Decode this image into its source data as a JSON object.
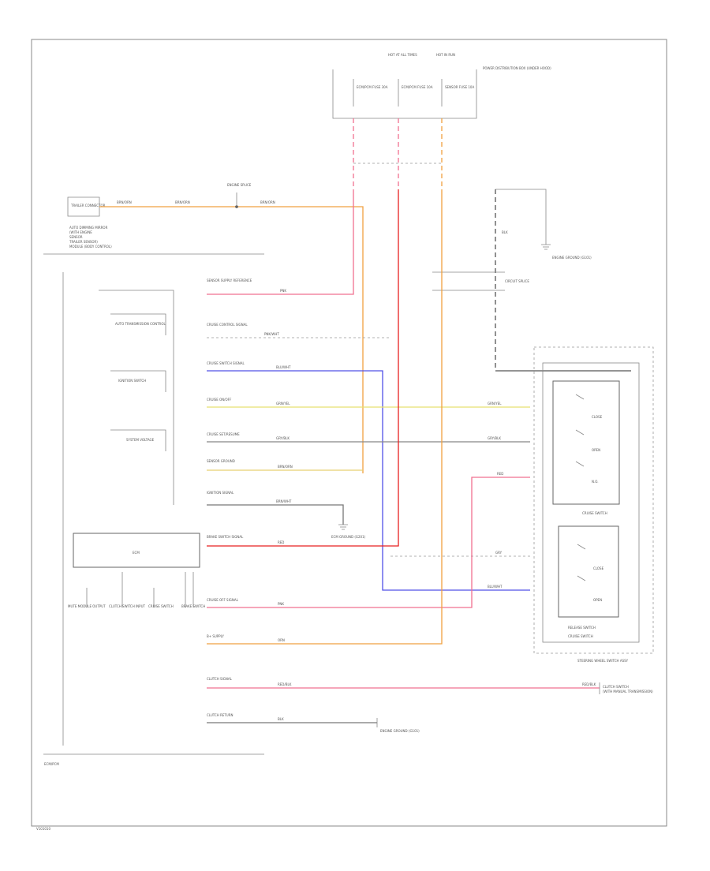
{
  "diagram": {
    "fuse_panel": {
      "header_left": "HOT AT ALL TIMES",
      "header_right": "HOT IN RUN",
      "side_label": "POWER DISTRIBUTION BOX (UNDER HOOD)",
      "fuses": [
        "ECM/PCM FUSE 30A",
        "ECM/PCM FUSE 10A",
        "SENSOR FUSE 10A"
      ]
    },
    "left_connector": {
      "label": "TRAILER CONNECTOR",
      "note_lines": [
        "AUTO DIMMING MIRROR",
        "(WITH ENGINE",
        "SENSOR",
        "TRAILER SENSOR)",
        "MODULE (BODY CONTROL)"
      ],
      "splice_label": "ENGINE SPLICE"
    },
    "ground_right": "ENGINE GROUND (G101)",
    "junction_label": "CIRCUIT SPLICE",
    "ecm": {
      "sub_blocks": [
        "AUTO TRANSMISSION CONTROL",
        "IGNITION SWITCH",
        "SYSTEM VOLTAGE"
      ],
      "main_block": "ECM",
      "bottom_outputs": [
        "MUTE MODULE OUTPUT",
        "CLUTCH SWITCH INPUT",
        "CRUISE SWITCH",
        "BRAKE SWITCH"
      ],
      "footer_label": "ECM/PCM"
    },
    "pins": [
      {
        "name": "SENSOR SUPPLY REFERENCE",
        "wire": "PNK"
      },
      {
        "name": "CRUISE CONTROL SIGNAL",
        "wire": "PNK/WHT"
      },
      {
        "name": "CRUISE SWITCH SIGNAL",
        "wire": "BLU/WHT"
      },
      {
        "name": "CRUISE ON/OFF",
        "wire": "GRN/YEL"
      },
      {
        "name": "CRUISE SET/RESUME",
        "wire": "GRY/BLK"
      },
      {
        "name": "SENSOR GROUND",
        "wire": "BRN/ORN"
      },
      {
        "name": "IGNITION SIGNAL",
        "wire": "BRN/WHT"
      },
      {
        "name": "BRAKE SWITCH SIGNAL",
        "wire": "RED"
      },
      {
        "name": "CRUISE OFF SIGNAL",
        "wire": "PNK"
      },
      {
        "name": "B+ SUPPLY",
        "wire": "ORN"
      },
      {
        "name": "CLUTCH SIGNAL",
        "wire": "RED/BLK"
      },
      {
        "name": "CLUTCH RETURN",
        "wire": "BLK"
      }
    ],
    "mid_ground": "ECM GROUND (G201)",
    "bottom_ground": "ENGINE GROUND (G101)",
    "switch_assembly": {
      "upper_group": "CRUISE SWITCH",
      "upper_contacts": [
        "CLOSE",
        "OPEN",
        "N.O."
      ],
      "lower_group": "RELEASE SWITCH",
      "lower_contacts": [
        "CLOSE",
        "OPEN"
      ],
      "assembly_label": "CRUISE SWITCH",
      "footer": "STEERING WHEEL SWITCH ASSY"
    },
    "clutch_switch": {
      "label": "CLUTCH SWITCH",
      "sub": "(WITH MANUAL TRANSMISSION)"
    },
    "wire_labels": {
      "trailer_1": "BRN/ORN",
      "trailer_2": "BRN/ORN",
      "trailer_3": "BRN/ORN",
      "red_to_switch": "RED",
      "gray_short": "GRY",
      "blue_to_switch": "BLU/WHT",
      "grn_to_switch": "GRN/YEL",
      "gry_to_switch": "GRY/BLK",
      "clutch_right": "RED/BLK",
      "blk_vertical": "BLK"
    },
    "page_code": "V101010",
    "colors": {
      "orange": "#f0a040",
      "pink": "#f07090",
      "red": "#e82020",
      "yellow": "#e8e070",
      "blue": "#5050e8",
      "gray": "#a0a0a0"
    }
  }
}
